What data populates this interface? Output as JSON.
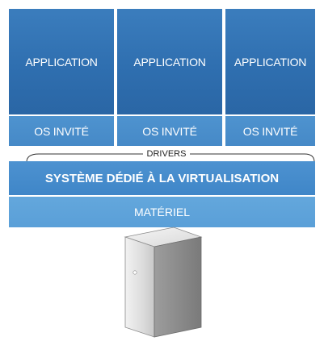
{
  "columns": [
    {
      "application": "APPLICATION",
      "guest_os": "OS INVITÉ"
    },
    {
      "application": "APPLICATION",
      "guest_os": "OS INVITÉ"
    },
    {
      "application": "APPLICATION",
      "guest_os": "OS INVITÉ"
    }
  ],
  "drivers": "DRIVERS",
  "hypervisor": "SYSTÈME DÉDIÉ À LA VIRTUALISATION",
  "hardware": "MATÉRIEL",
  "colors": {
    "application": "#2f6fb0",
    "guest_os": "#4689c7",
    "hypervisor": "#4388c9",
    "hardware": "#5a9fd8",
    "server_body": "#d0d0d0"
  },
  "icons": {
    "server": "server-tower-icon"
  }
}
